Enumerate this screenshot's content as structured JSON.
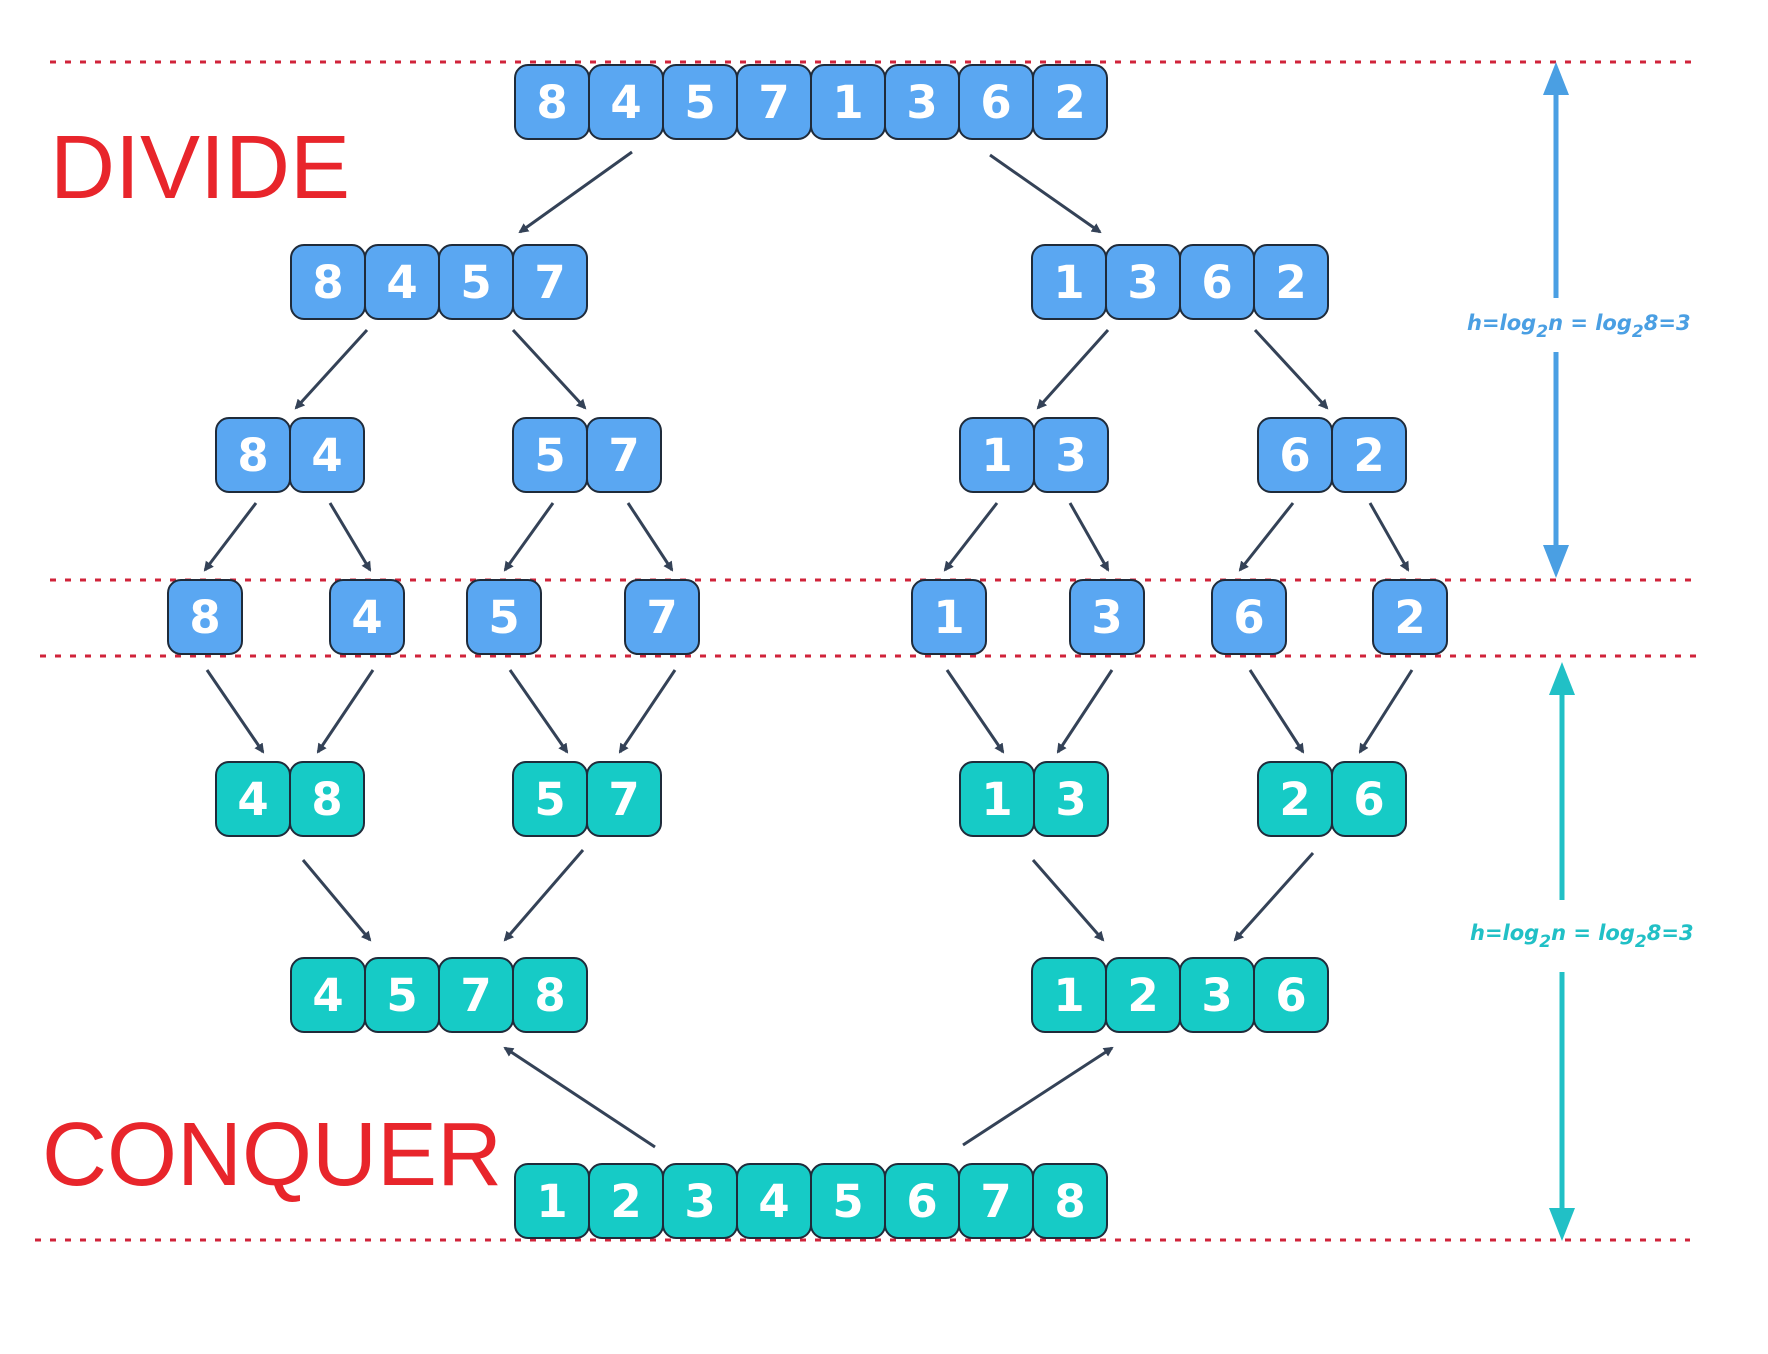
{
  "labels": {
    "divide": "DIVIDE",
    "conquer": "CONQUER"
  },
  "height_annotation": {
    "prefix": "h=log",
    "sub1": "2",
    "mid": "n = log",
    "sub2": "2",
    "suffix": "8=3"
  },
  "colors": {
    "divide_fill": "#5aa7f2",
    "conquer_fill": "#16cbc6",
    "cell_border": "#1f2b3a",
    "arrow": "#344257",
    "label_red": "#e8252b",
    "separator_red": "#d0233a",
    "divide_marker": "#4a9fe3",
    "conquer_marker": "#21c0c6"
  },
  "divide": {
    "level0": [
      [
        "8",
        "4",
        "5",
        "7",
        "1",
        "3",
        "6",
        "2"
      ]
    ],
    "level1": [
      [
        "8",
        "4",
        "5",
        "7"
      ],
      [
        "1",
        "3",
        "6",
        "2"
      ]
    ],
    "level2": [
      [
        "8",
        "4"
      ],
      [
        "5",
        "7"
      ],
      [
        "1",
        "3"
      ],
      [
        "6",
        "2"
      ]
    ],
    "level3": [
      [
        "8"
      ],
      [
        "4"
      ],
      [
        "5"
      ],
      [
        "7"
      ],
      [
        "1"
      ],
      [
        "3"
      ],
      [
        "6"
      ],
      [
        "2"
      ]
    ]
  },
  "conquer": {
    "level1": [
      [
        "4",
        "8"
      ],
      [
        "5",
        "7"
      ],
      [
        "1",
        "3"
      ],
      [
        "2",
        "6"
      ]
    ],
    "level2": [
      [
        "4",
        "5",
        "7",
        "8"
      ],
      [
        "1",
        "2",
        "3",
        "6"
      ]
    ],
    "level3": [
      [
        "1",
        "2",
        "3",
        "4",
        "5",
        "6",
        "7",
        "8"
      ]
    ]
  }
}
